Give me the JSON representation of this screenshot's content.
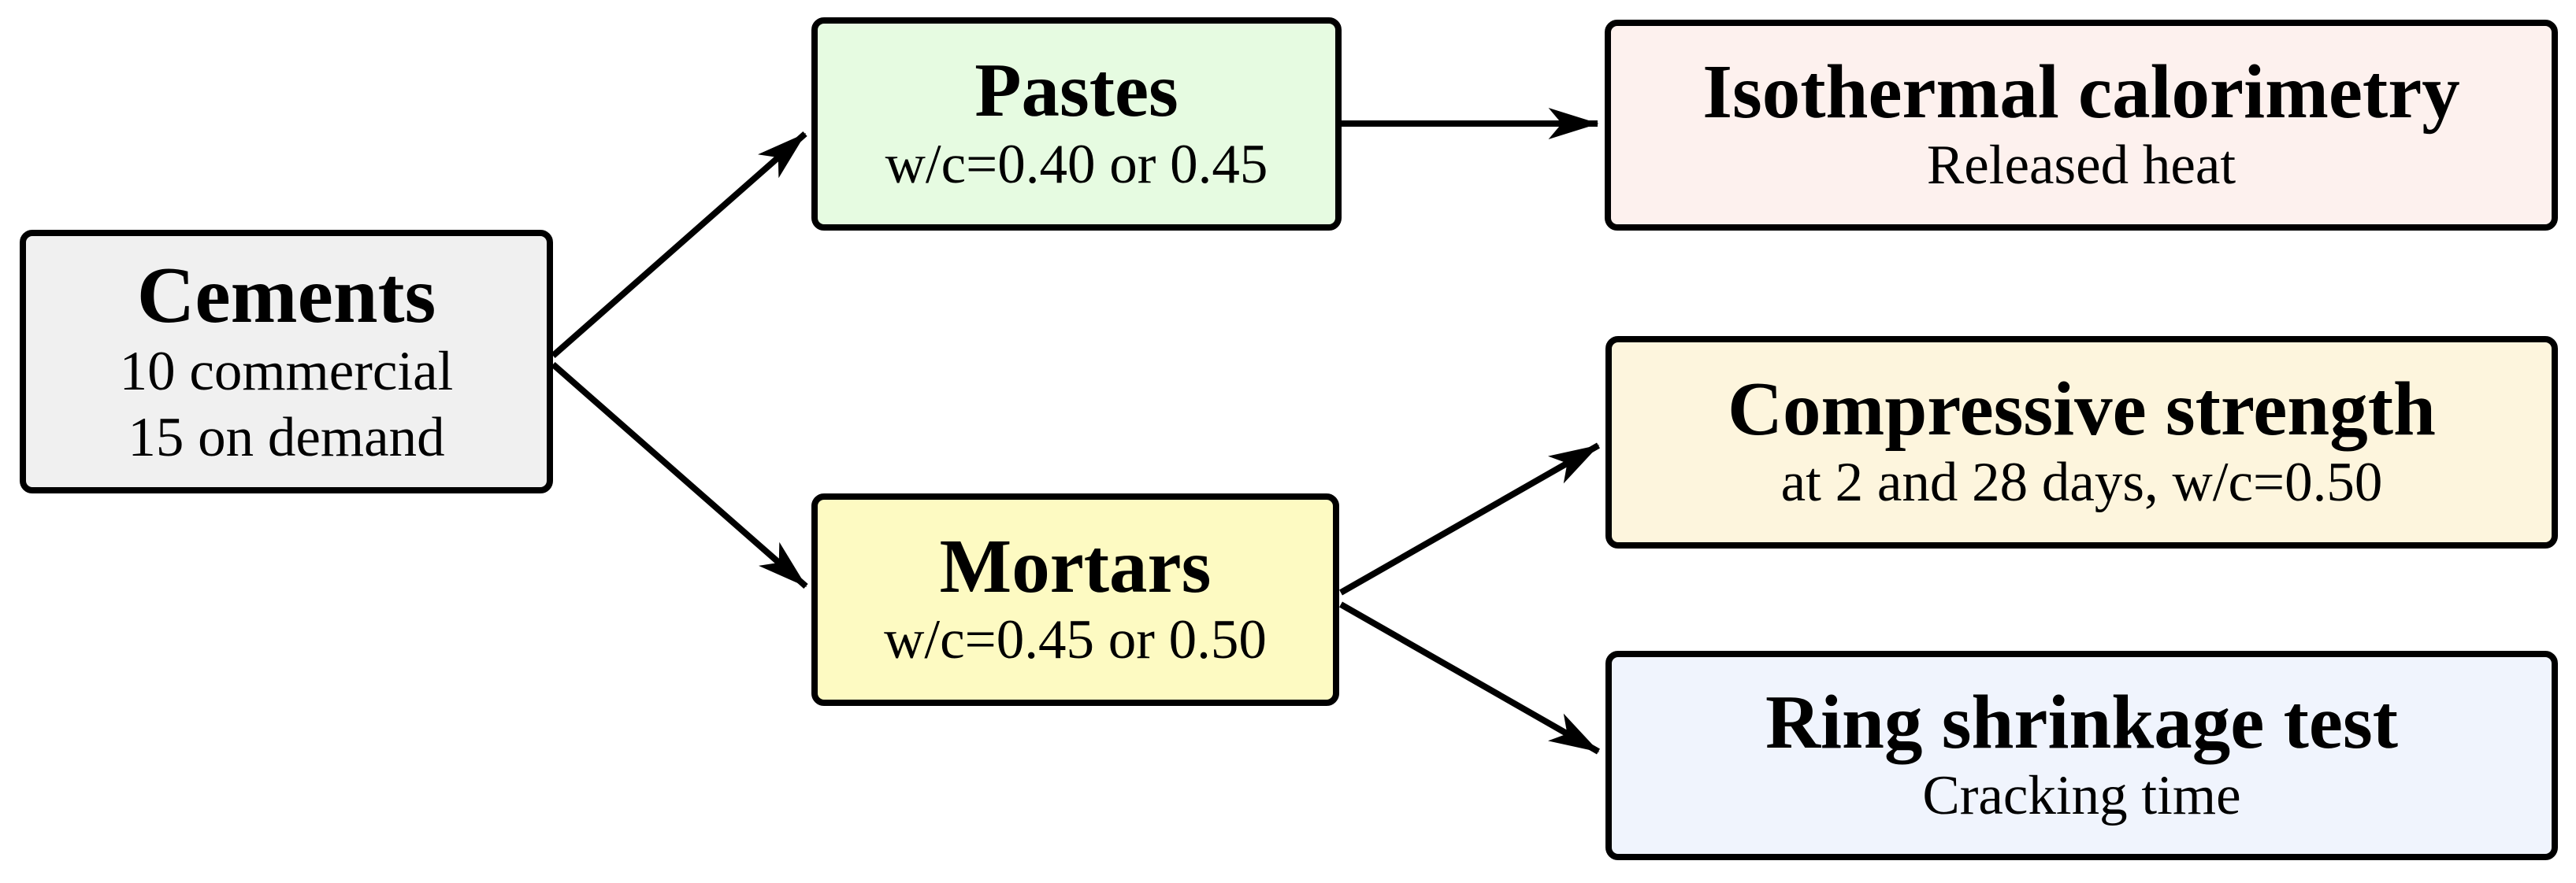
{
  "diagram": {
    "background": "#ffffff",
    "line_color": "#000000",
    "border_color": "#000000",
    "nodes": [
      {
        "id": "cements",
        "title": "Cements",
        "lines": [
          "10 commercial",
          "15 on demand"
        ],
        "fill": "#f0f0f0"
      },
      {
        "id": "pastes",
        "title": "Pastes",
        "lines": [
          "w/c=0.40 or 0.45"
        ],
        "fill": "#e6fbe1"
      },
      {
        "id": "mortars",
        "title": "Mortars",
        "lines": [
          "w/c=0.45 or 0.50"
        ],
        "fill": "#fdfac2"
      },
      {
        "id": "isothermal",
        "title": "Isothermal calorimetry",
        "lines": [
          "Released heat"
        ],
        "fill": "#fdf1ee"
      },
      {
        "id": "compressive",
        "title": "Compressive strength",
        "lines": [
          "at 2 and 28 days, w/c=0.50"
        ],
        "fill": "#fdf5dd"
      },
      {
        "id": "ring",
        "title": "Ring shrinkage test",
        "lines": [
          "Cracking time"
        ],
        "fill": "#f0f4fd"
      }
    ],
    "edges": [
      {
        "from": "cements",
        "to": "pastes"
      },
      {
        "from": "cements",
        "to": "mortars"
      },
      {
        "from": "pastes",
        "to": "isothermal"
      },
      {
        "from": "mortars",
        "to": "compressive"
      },
      {
        "from": "mortars",
        "to": "ring"
      }
    ]
  }
}
